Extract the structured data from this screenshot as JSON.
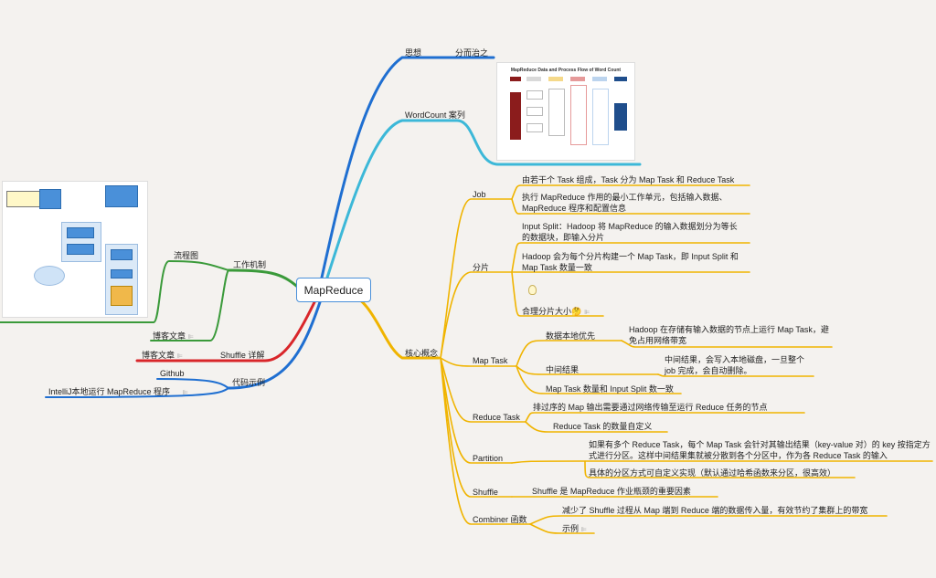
{
  "root": {
    "label": "MapReduce"
  },
  "colors": {
    "thought": "#1f6fd1",
    "wordcount": "#3cb8d8",
    "core": "#f0b400",
    "mechanism": "#3a9a3a",
    "shuffle": "#d9262a",
    "code": "#1f6fd1"
  },
  "branches": {
    "thought": {
      "label": "思想",
      "child": "分而治之"
    },
    "wordcount": {
      "label": "WordCount 案列",
      "image_title": "MapReduce Data and Process Flow of Word Count"
    },
    "core": {
      "label": "核心概念",
      "job": {
        "label": "Job",
        "items": [
          "由若干个 Task 组成，Task 分为 Map Task 和 Reduce Task",
          "执行 MapReduce 作用的最小工作单元，包括输入数据、MapReduce 程序和配置信息"
        ]
      },
      "split": {
        "label": "分片",
        "items": [
          "Input Split：Hadoop 将 MapReduce 的输入数据划分为等长的数据块，即输入分片",
          "Hadoop 会为每个分片构建一个 Map Task，即 Input Split 和 Map Task 数量一致",
          "合理分片大小🤔"
        ]
      },
      "maptask": {
        "label": "Map Task",
        "locality": "数据本地优先",
        "locality_detail": "Hadoop 在存储有输入数据的节点上运行 Map Task，避免占用网络带宽",
        "intermediate": "中间结果",
        "intermediate_detail": "中间结果，会写入本地磁盘，一旦整个 job 完成，会自动删除。",
        "count": "Map Task 数量和 Input Split 数一致"
      },
      "reducetask": {
        "label": "Reduce Task",
        "items": [
          "排过序的 Map 输出需要通过网络传输至运行 Reduce 任务的节点",
          "Reduce Task 的数量自定义"
        ]
      },
      "partition": {
        "label": "Partition",
        "items": [
          "如果有多个 Reduce Task，每个 Map Task 会针对其输出结果（key-value 对）的 key 按指定方式进行分区。这样中间结果集就被分散到各个分区中，作为各 Reduce Task 的输入",
          "具体的分区方式可自定义实现（默认通过哈希函数来分区，很高效）"
        ]
      },
      "shuffle": {
        "label": "Shuffle",
        "item": "Shuffle 是 MapReduce 作业瓶颈的重要因素"
      },
      "combiner": {
        "label": "Combiner 函数",
        "items": [
          "减少了 Shuffle 过程从 Map 端到 Reduce 端的数据传入量，有效节约了集群上的带宽",
          "示例"
        ]
      }
    },
    "mechanism": {
      "label": "工作机制",
      "flow": "流程图",
      "blog": "博客文章"
    },
    "shuffle_detail": {
      "label": "Shuffle 详解",
      "blog": "博客文章"
    },
    "code": {
      "label": "代码示例",
      "github": "Github",
      "idea": "IntelliJ本地运行 MapReduce 程序"
    }
  }
}
